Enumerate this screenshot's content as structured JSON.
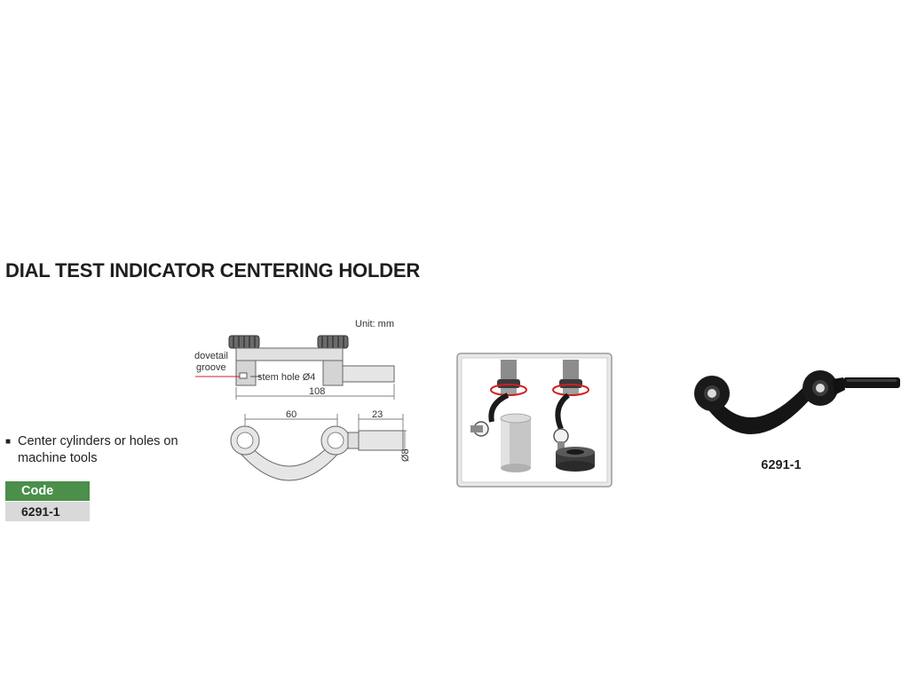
{
  "title": "DIAL TEST INDICATOR CENTERING HOLDER",
  "feature": "Center cylinders or holes on machine tools",
  "code_table": {
    "header": "Code",
    "value": "6291-1"
  },
  "drawing": {
    "unit": "Unit: mm",
    "dovetail_line1": "dovetail",
    "dovetail_line2": "groove",
    "stem_hole": "stem hole Ø4",
    "dim_108": "108",
    "dim_60": "60",
    "dim_23": "23",
    "dim_8": "Ø8"
  },
  "photo_label": "6291-1",
  "colors": {
    "code_header": "#4a8f4a",
    "code_cell": "#d9d9d9",
    "rotation_arrow": "#d02020"
  }
}
